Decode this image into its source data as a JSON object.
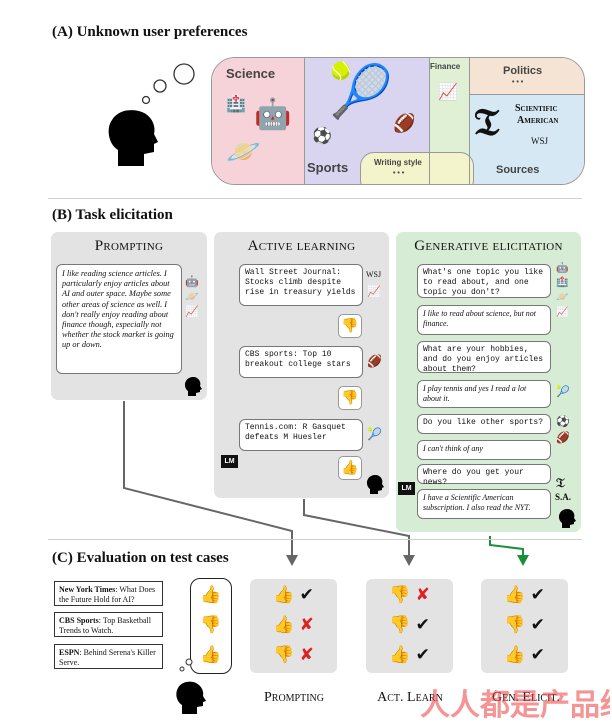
{
  "sections": {
    "a_title": "(A) Unknown user preferences",
    "b_title": "(B) Task elicitation",
    "c_title": "(C) Evaluation on test cases"
  },
  "preferences": {
    "science": "Science",
    "sports": "Sports",
    "writing_style": "Writing style",
    "writing_dots": "• • •",
    "finance": "Finance",
    "politics": "Politics",
    "politics_dots": "• • •",
    "sources": "Sources",
    "sciam_line1": "Scientific",
    "sciam_line2": "American",
    "wsj": "WSJ",
    "colors": {
      "science": "#f6d3d9",
      "sports": "#d9d5f1",
      "writing": "#f3f4cc",
      "finance": "#dff0d4",
      "politics": "#f5e4d4",
      "sources": "#d6e8f4"
    }
  },
  "prompting": {
    "title": "Prompting",
    "text": "I like reading science articles. I particularly enjoy articles about AI and outer space. Maybe some other areas of science as well. I don't really enjoy reading about finance though, especially not whether the stock market is going up or down."
  },
  "active": {
    "title": "Active learning",
    "q1": "Wall Street Journal: Stocks climb despite rise in treasury yields",
    "q1_tag": "WSJ",
    "q2": "CBS sports: Top 10 breakout college stars",
    "q3": "Tennis.com: R Gasquet defeats M Huesler",
    "lm": "LM"
  },
  "generative": {
    "title": "Generative elicitation",
    "m1": "What's one topic you like to read about, and one topic you don't?",
    "m2": "I like to read about science, but not finance.",
    "m3": "What are your hobbies, and do you enjoy articles about them?",
    "m4": "I play tennis and yes I read a lot about it.",
    "m5": "Do you like other sports?",
    "m6": "I can't think of any",
    "m7": "Where do you get your news?",
    "m8": "I have a Scientific American subscription. I also read the NYT.",
    "sa": "S.A.",
    "lm": "LM",
    "accent": "#1a8f3a"
  },
  "evaluation": {
    "cases": [
      {
        "source": "New York Times",
        "headline": ": What Does the Future Hold for AI?"
      },
      {
        "source": "CBS Sports",
        "headline": ": Top Basketball Trends to Watch."
      },
      {
        "source": "ESPN",
        "headline": ": Behind Serena's Killer Serve."
      }
    ],
    "labels": {
      "prompting": "Prompting",
      "active": "Act. Learn",
      "generative": "Gen. Elicit."
    }
  },
  "watermark": "人人都是产品经理"
}
